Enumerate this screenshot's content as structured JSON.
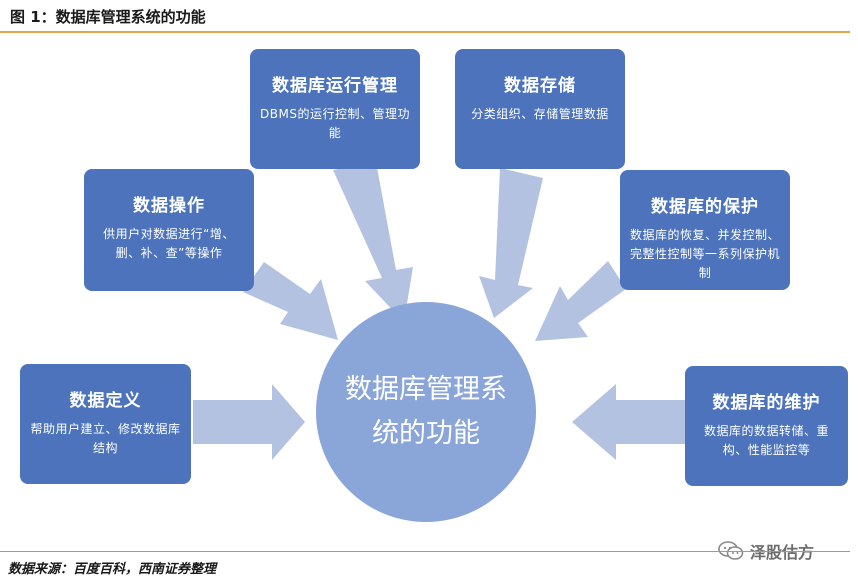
{
  "header": {
    "title": "图 1：数据库管理系统的功能"
  },
  "hub": {
    "label": "数据库管理系统的功能"
  },
  "nodes": {
    "runtime": {
      "title": "数据库运行管理",
      "desc": "DBMS的运行控制、管理功能"
    },
    "storage": {
      "title": "数据存储",
      "desc": "分类组织、存储管理数据"
    },
    "operation": {
      "title": "数据操作",
      "desc": "供用户对数据进行“增、删、补、查”等操作"
    },
    "protection": {
      "title": "数据库的保护",
      "desc": "数据库的恢复、并发控制、完整性控制等一系列保护机制"
    },
    "definition": {
      "title": "数据定义",
      "desc": "帮助用户建立、修改数据库结构"
    },
    "maintenance": {
      "title": "数据库的维护",
      "desc": "数据库的数据转储、重构、性能监控等"
    }
  },
  "footer": {
    "source": "数据来源：百度百科，西南证券整理",
    "watermark": "泽股估方"
  },
  "colors": {
    "box": "#4c73bc",
    "hub": "#8aa5d8",
    "arrow": "#b4c2e1",
    "rule": "#e0a548"
  },
  "icons": {
    "watermark": "wechat-icon"
  }
}
